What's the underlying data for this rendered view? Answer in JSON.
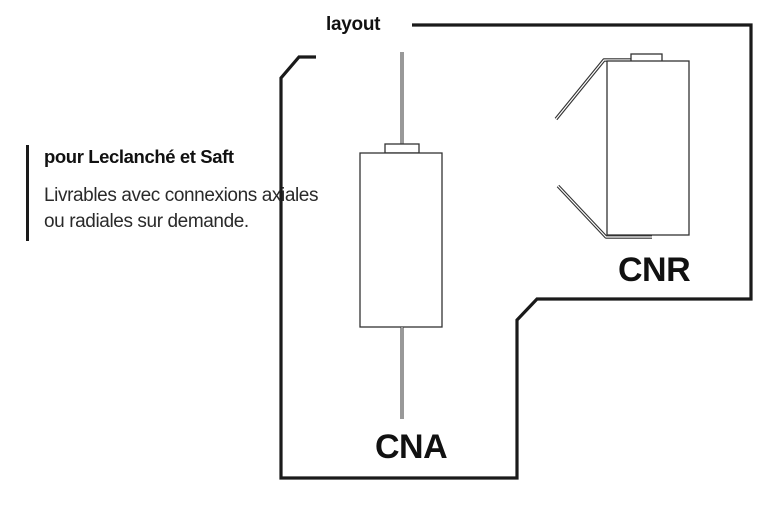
{
  "header": {
    "title": "layout"
  },
  "side_note": {
    "title": "pour Leclanché et Saft",
    "lines": [
      "Livrables avec connexions axiales",
      "ou radiales sur demande."
    ]
  },
  "components": {
    "axial": {
      "label": "CNA",
      "lead_type": "axial"
    },
    "radial": {
      "label": "CNR",
      "lead_type": "radial"
    }
  },
  "colors": {
    "line": "#1a1a1a",
    "background": "#ffffff"
  }
}
